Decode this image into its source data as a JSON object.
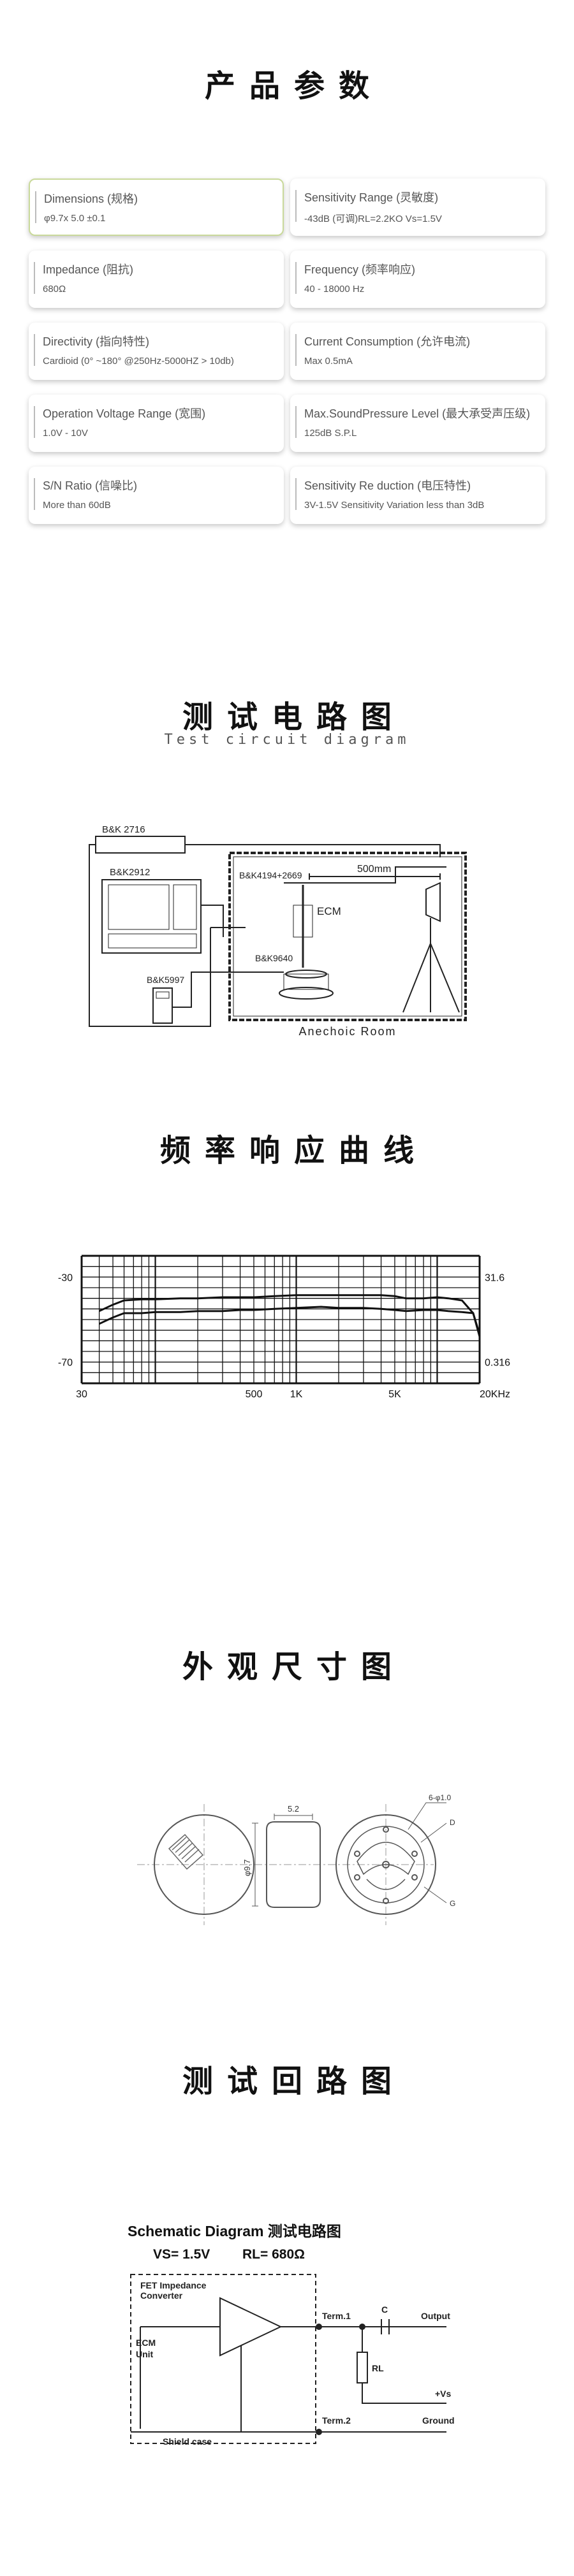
{
  "params": {
    "title": "产品参数",
    "items": [
      {
        "label": "Dimensions (规格)",
        "value": "φ9.7x 5.0 ±0.1"
      },
      {
        "label": "Sensitivity Range (灵敏度)",
        "value": "-43dB (可调)RL=2.2KO Vs=1.5V"
      },
      {
        "label": "Impedance (阻抗)",
        "value": "680Ω"
      },
      {
        "label": "Frequency (频率响应)",
        "value": "40 - 18000 Hz"
      },
      {
        "label": "Directivity (指向特性)",
        "value": "Cardioid (0° ~180° @250Hz-5000HZ > 10db)"
      },
      {
        "label": "Current Consumption (允许电流)",
        "value": "Max 0.5mA"
      },
      {
        "label": "Operation Voltage Range (宽围)",
        "value": "1.0V - 10V"
      },
      {
        "label": "Max.SoundPressure Level (最大承受声压级)",
        "value": "125dB S.P.L"
      },
      {
        "label": "S/N Ratio (信噪比)",
        "value": "More than 60dB"
      },
      {
        "label": "Sensitivity Re duction (电压特性)",
        "value": "3V-1.5V Sensitivity Variation less than 3dB"
      }
    ]
  },
  "test_circuit": {
    "title": "测试电路图",
    "subtitle": "Test circuit diagram",
    "labels": {
      "bk2716": "B&K 2716",
      "bk2912": "B&K2912",
      "bk4194": "B&K4194+2669",
      "ecm": "ECM",
      "distance": "500mm",
      "bk9640": "B&K9640",
      "bk5997": "B&K5997",
      "room": "Anechoic Room"
    }
  },
  "frequency": {
    "title": "频率响应曲线",
    "chart_data": {
      "type": "line",
      "x_ticks": [
        "30",
        "500",
        "1K",
        "5K",
        "20KHz"
      ],
      "y_left_ticks": [
        "-30",
        "-70"
      ],
      "y_right_ticks": [
        "31.6",
        "0.316"
      ],
      "x_scale": "log",
      "series": [
        {
          "x": [
            40,
            50,
            60,
            80,
            100,
            150,
            200,
            300,
            400,
            500,
            700,
            1000,
            1500,
            2000,
            3000,
            4000,
            5000,
            6000,
            8000,
            10000,
            12000,
            15000,
            18000,
            20000
          ],
          "y": [
            -46,
            -43,
            -41,
            -40.5,
            -40.5,
            -40,
            -40,
            -39.5,
            -39.5,
            -39.5,
            -39,
            -38.5,
            -38.5,
            -38.5,
            -38.5,
            -38.5,
            -39,
            -40,
            -40,
            -39.5,
            -40,
            -41,
            -47,
            -57
          ]
        },
        {
          "x": [
            40,
            50,
            60,
            80,
            100,
            150,
            200,
            300,
            400,
            500,
            700,
            1000,
            1500,
            2000,
            3000,
            4000,
            5000,
            6000,
            8000,
            10000,
            12000,
            15000,
            18000,
            20000
          ],
          "y": [
            -52,
            -49,
            -47,
            -47,
            -46.5,
            -46.5,
            -46,
            -46,
            -45.5,
            -45.5,
            -45,
            -44.5,
            -44,
            -44.5,
            -44.5,
            -45,
            -45.5,
            -46,
            -45.5,
            -45.5,
            -46,
            -46.5,
            -47,
            -58
          ]
        }
      ]
    }
  },
  "dimensions": {
    "title": "外观尺寸图",
    "labels": {
      "width": "5.2",
      "diameter": "φ9.7",
      "holes": "6-φ1.0",
      "d": "D",
      "g": "G"
    }
  },
  "schematic": {
    "title": "测试回路图",
    "heading": "Schematic Diagram 测试电路图",
    "vs": "VS= 1.5V",
    "rl": "RL= 680Ω",
    "fet": "FET Impedance",
    "converter": "Converter",
    "ecm": "ECM",
    "unit": "Unit",
    "shield": "Shield case",
    "term1": "Term.1",
    "term2": "Term.2",
    "c": "C",
    "rl_label": "RL",
    "output": "Output",
    "vs_plus": "+Vs",
    "ground": "Ground"
  }
}
